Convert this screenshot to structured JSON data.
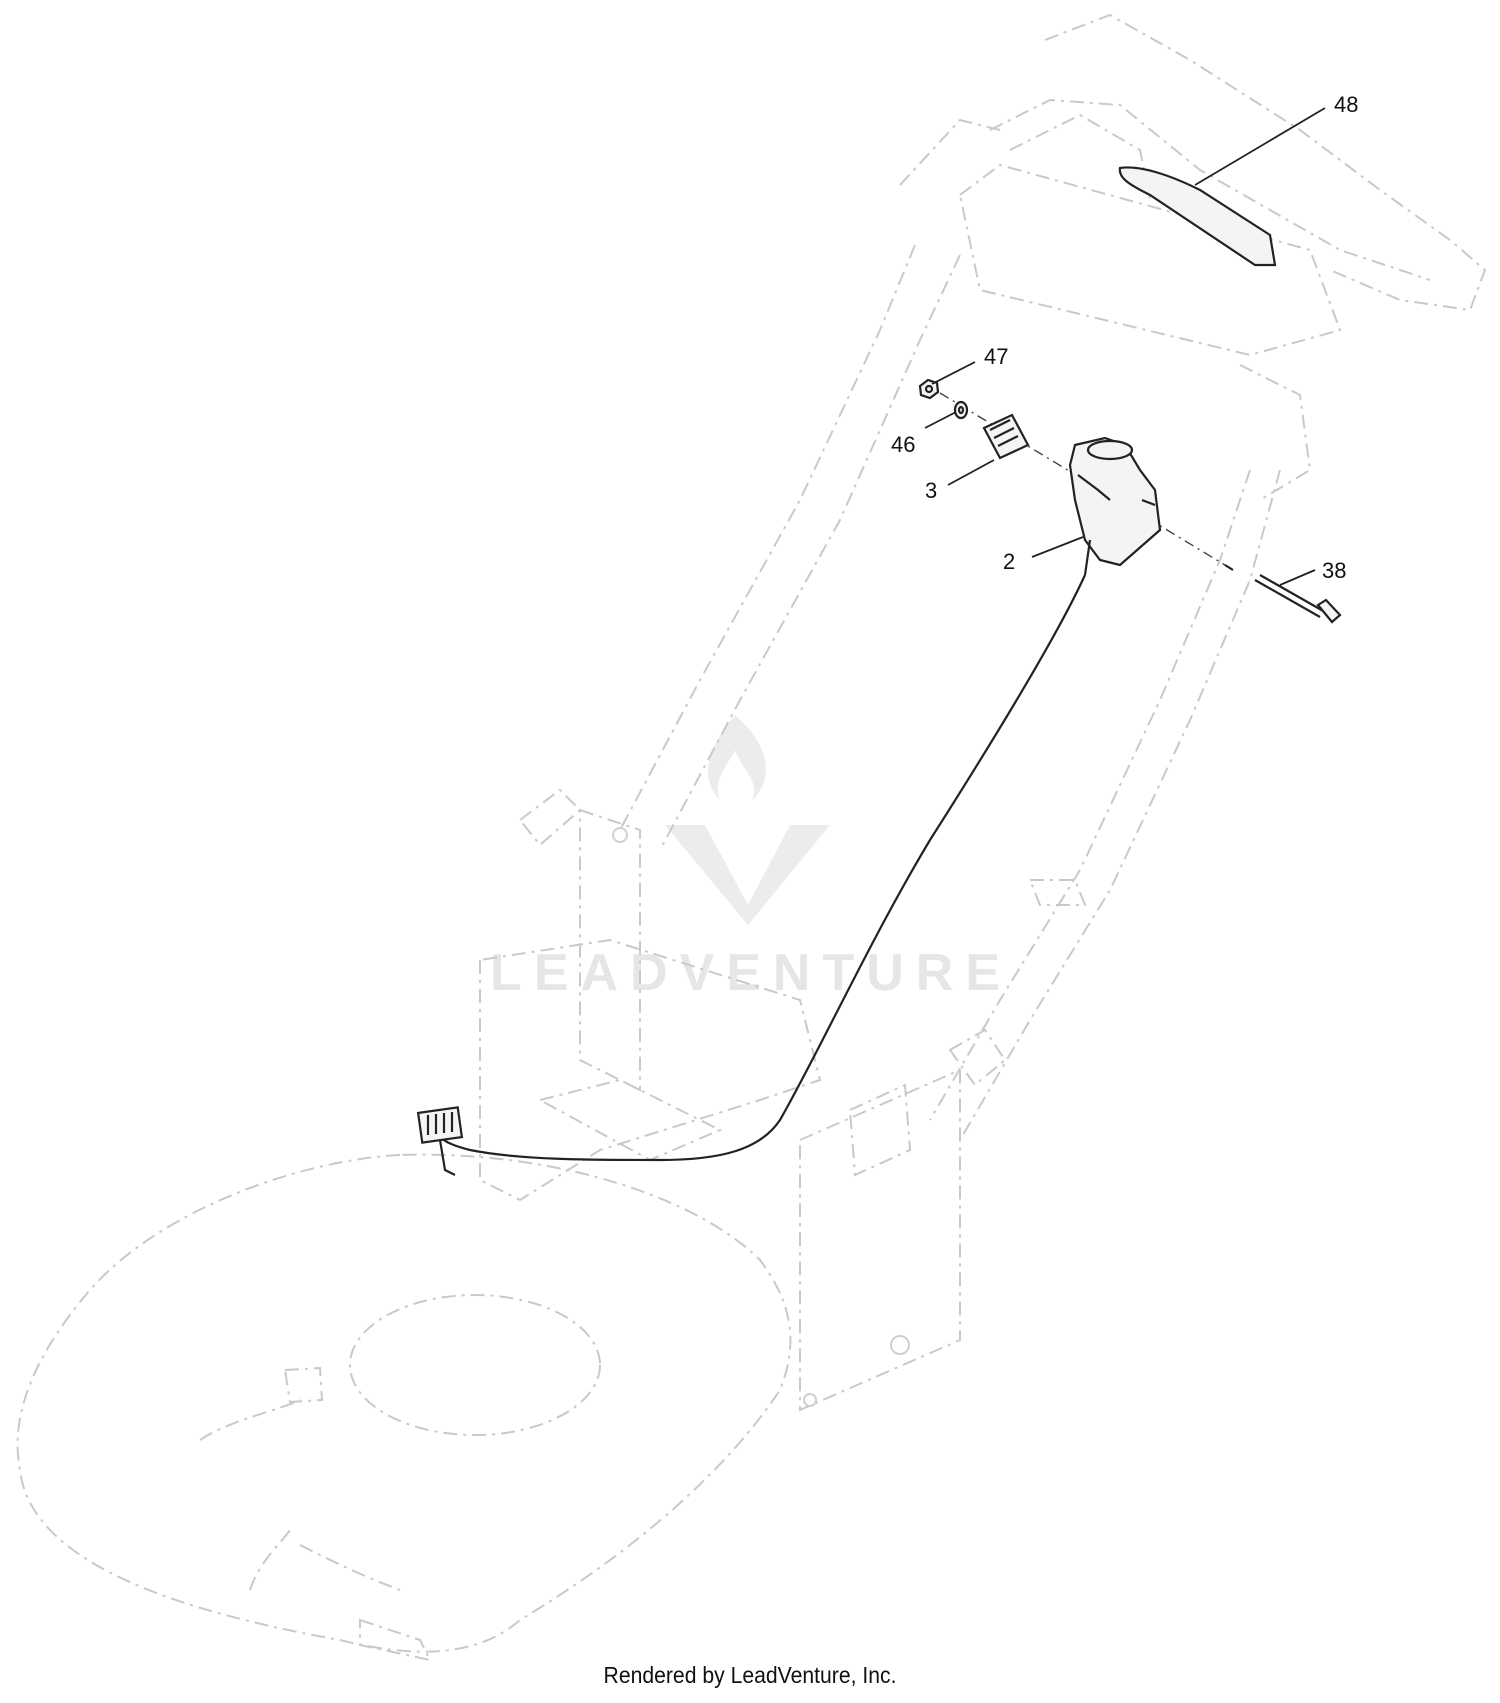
{
  "callouts": {
    "c48": "48",
    "c47": "47",
    "c46": "46",
    "c3": "3",
    "c2": "2",
    "c38": "38"
  },
  "watermark": {
    "text": "LEADVENTURE"
  },
  "footer": {
    "text": "Rendered by LeadVenture, Inc."
  }
}
